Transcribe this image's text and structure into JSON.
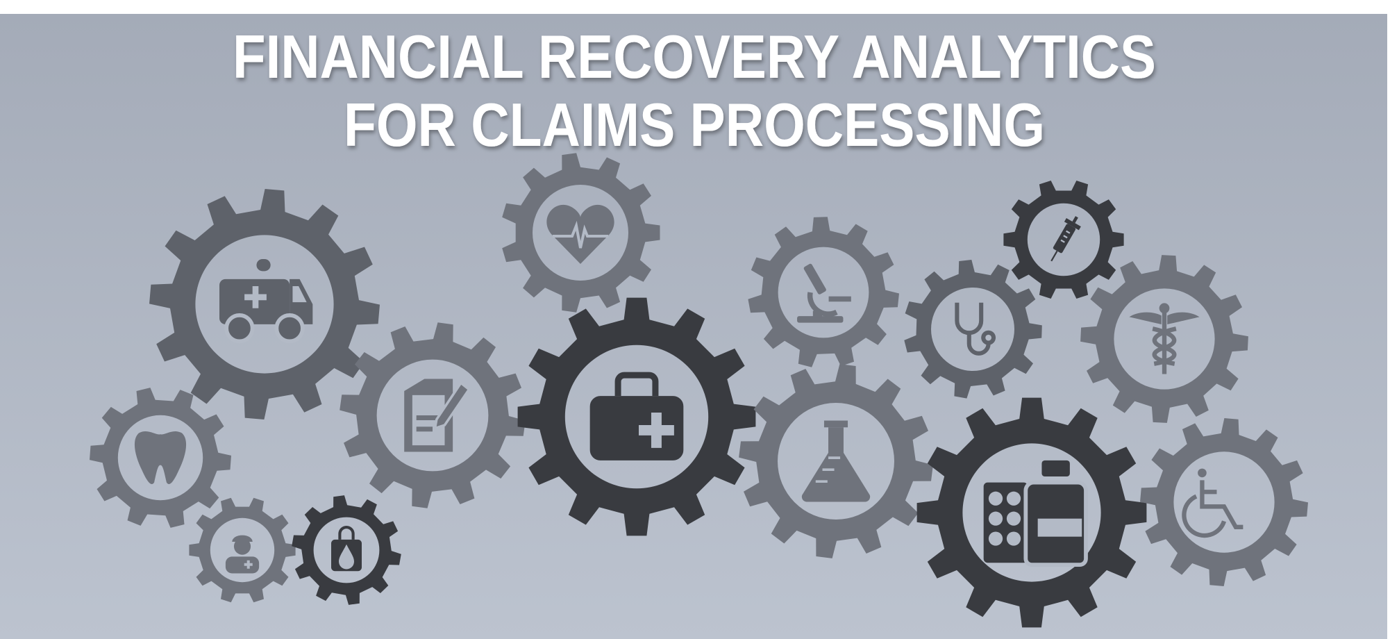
{
  "title": {
    "line1": "FINANCIAL RECOVERY ANALYTICS",
    "line2": "FOR CLAIMS PROCESSING"
  },
  "colors": {
    "background_top": "#a4abb8",
    "background_bottom": "#bcc3cf",
    "gear_dark": "#393b40",
    "gear_mid": "#5e626a",
    "gear_light": "#6f737c",
    "title_text": "#ffffff"
  },
  "gears": [
    {
      "icon": "ambulance-icon",
      "tone": "gear_mid"
    },
    {
      "icon": "heart-pulse-icon",
      "tone": "gear_light"
    },
    {
      "icon": "document-edit-icon",
      "tone": "gear_light"
    },
    {
      "icon": "medical-bag-icon",
      "tone": "gear_dark"
    },
    {
      "icon": "tooth-icon",
      "tone": "gear_light"
    },
    {
      "icon": "nurse-icon",
      "tone": "gear_light"
    },
    {
      "icon": "blood-bag-icon",
      "tone": "gear_dark"
    },
    {
      "icon": "microscope-icon",
      "tone": "gear_light"
    },
    {
      "icon": "stethoscope-icon",
      "tone": "gear_mid"
    },
    {
      "icon": "syringe-icon",
      "tone": "gear_dark"
    },
    {
      "icon": "caduceus-icon",
      "tone": "gear_light"
    },
    {
      "icon": "flask-icon",
      "tone": "gear_light"
    },
    {
      "icon": "pills-icon",
      "tone": "gear_dark"
    },
    {
      "icon": "wheelchair-icon",
      "tone": "gear_light"
    }
  ]
}
